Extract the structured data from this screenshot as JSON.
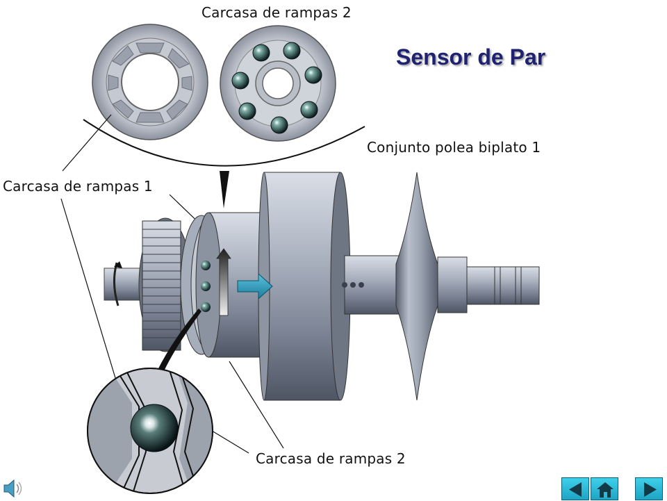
{
  "slide": {
    "title": "Sensor de Par",
    "labels": {
      "top_ramp_housing": "Carcasa de rampas 2",
      "pulley_assembly": "Conjunto polea biplato 1",
      "ramp_housing_1": "Carcasa de rampas 1",
      "bottom_ramp_housing": "Carcasa de rampas 2"
    }
  },
  "navigation": {
    "prev": "left-triangle-icon",
    "home": "home-icon",
    "next": "right-triangle-icon",
    "audio": "speaker-icon"
  },
  "colors": {
    "title": "#1e2270",
    "nav_button": "#2bbad8",
    "arrow": "#2a8fb0"
  }
}
